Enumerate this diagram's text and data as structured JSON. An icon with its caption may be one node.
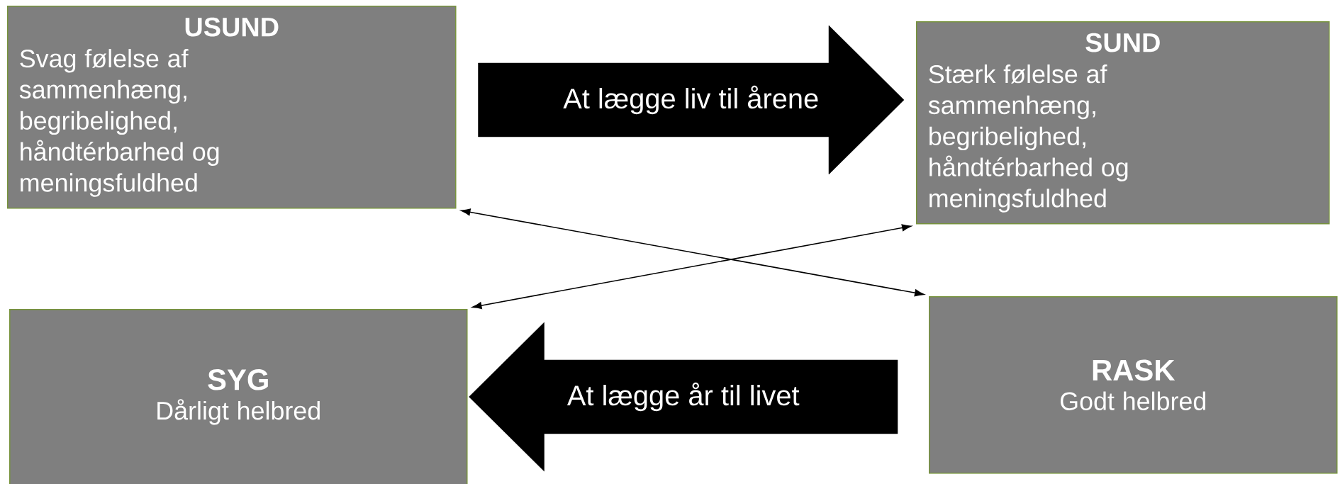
{
  "diagram": {
    "nodes": [
      {
        "text": [
          "USUND",
          "Svag følelse af sammenhæng, begribelighed, håndtérbarhed og meningsfuldhed"
        ]
      },
      {
        "text": [
          "SUND",
          "Stærk følelse af sammenhæng, begribelighed, håndtérbarhed og meningsfuldhed"
        ]
      },
      {
        "text": [
          "SYG",
          "Dårligt helbred"
        ]
      },
      {
        "text": [
          "RASK",
          "Godt helbred"
        ]
      }
    ],
    "edges": [
      {
        "from": 0,
        "to": 1,
        "arrow": "to",
        "label": "At lægge liv til årene",
        "style": "thick"
      },
      {
        "from": 0,
        "to": 3,
        "arrow": "both"
      },
      {
        "from": 2,
        "to": 1,
        "arrow": "both"
      },
      {
        "from": 3,
        "to": 2,
        "arrow": "to",
        "label": "At lægge år til livet",
        "style": "thick"
      }
    ]
  }
}
